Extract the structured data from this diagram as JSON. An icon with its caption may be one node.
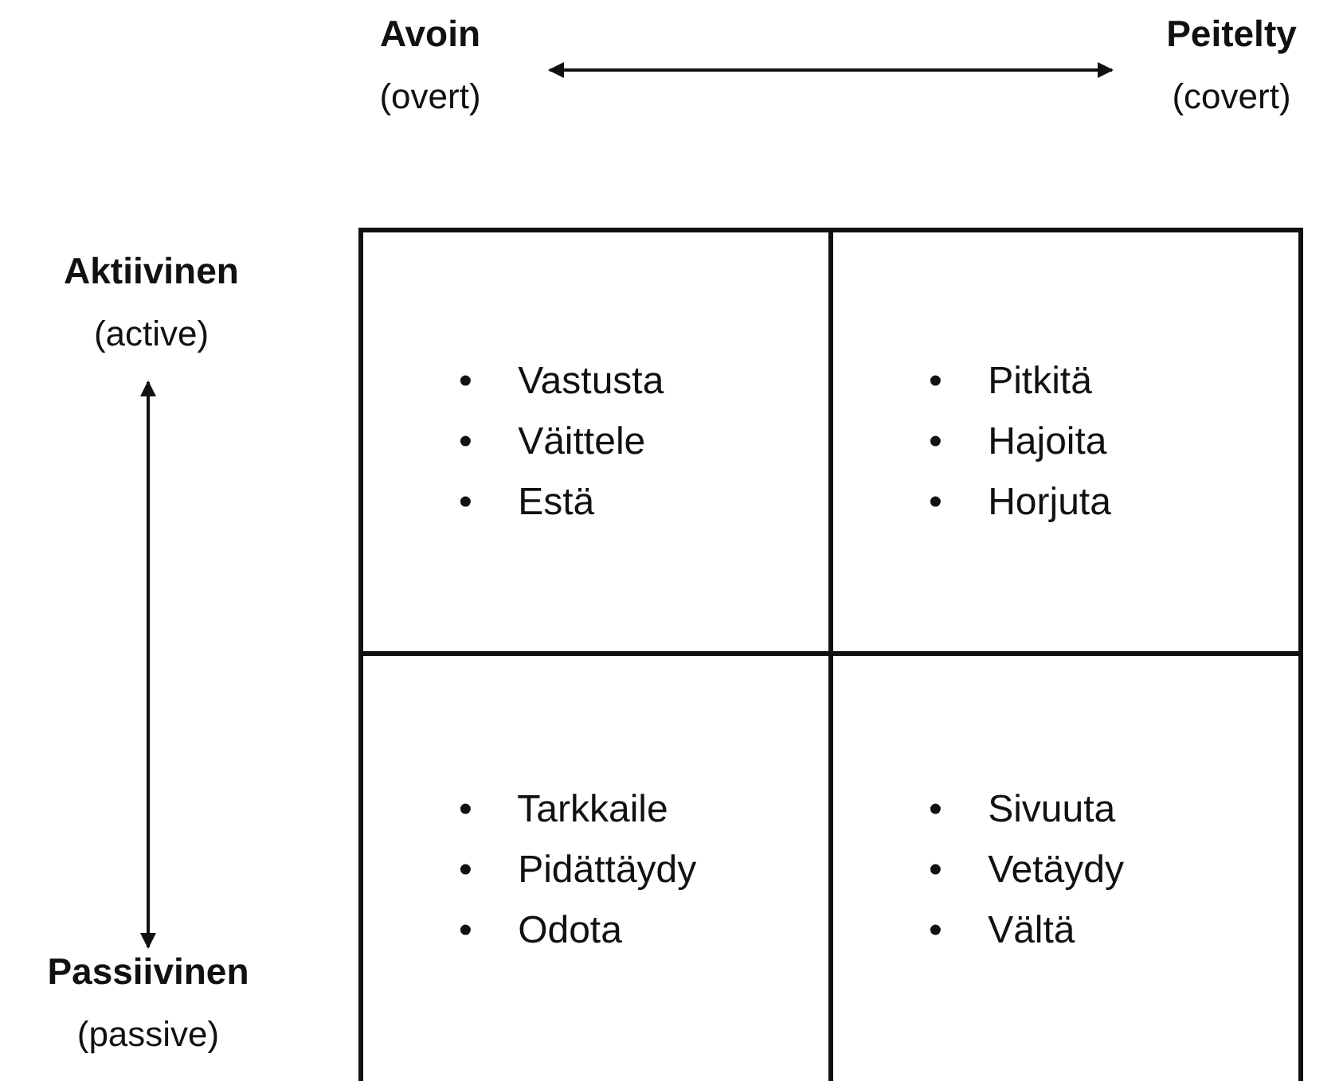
{
  "diagram": {
    "nodes": [
      {
        "text": [
          "Avoin",
          "(overt)"
        ]
      },
      {
        "text": [
          "Peitelty",
          "(covert)"
        ]
      },
      {
        "text": [
          "Aktiivinen",
          "(active)"
        ]
      },
      {
        "text": [
          "Passiivinen",
          "(passive)"
        ]
      },
      {
        "text": [
          "• Vastusta",
          "• Väittele",
          "• Estä"
        ]
      },
      {
        "text": [
          "• Pitkitä",
          "• Hajoita",
          "• Horjuta"
        ]
      },
      {
        "text": [
          "• Tarkkaile",
          "• Pidättäydy",
          "• Odota"
        ]
      },
      {
        "text": [
          "• Sivuuta",
          "• Vetäydy",
          "• Vältä"
        ]
      }
    ],
    "edges": [
      {
        "from": 0,
        "to": 1,
        "arrow": "both"
      },
      {
        "from": 2,
        "to": 3,
        "arrow": "both"
      }
    ]
  }
}
